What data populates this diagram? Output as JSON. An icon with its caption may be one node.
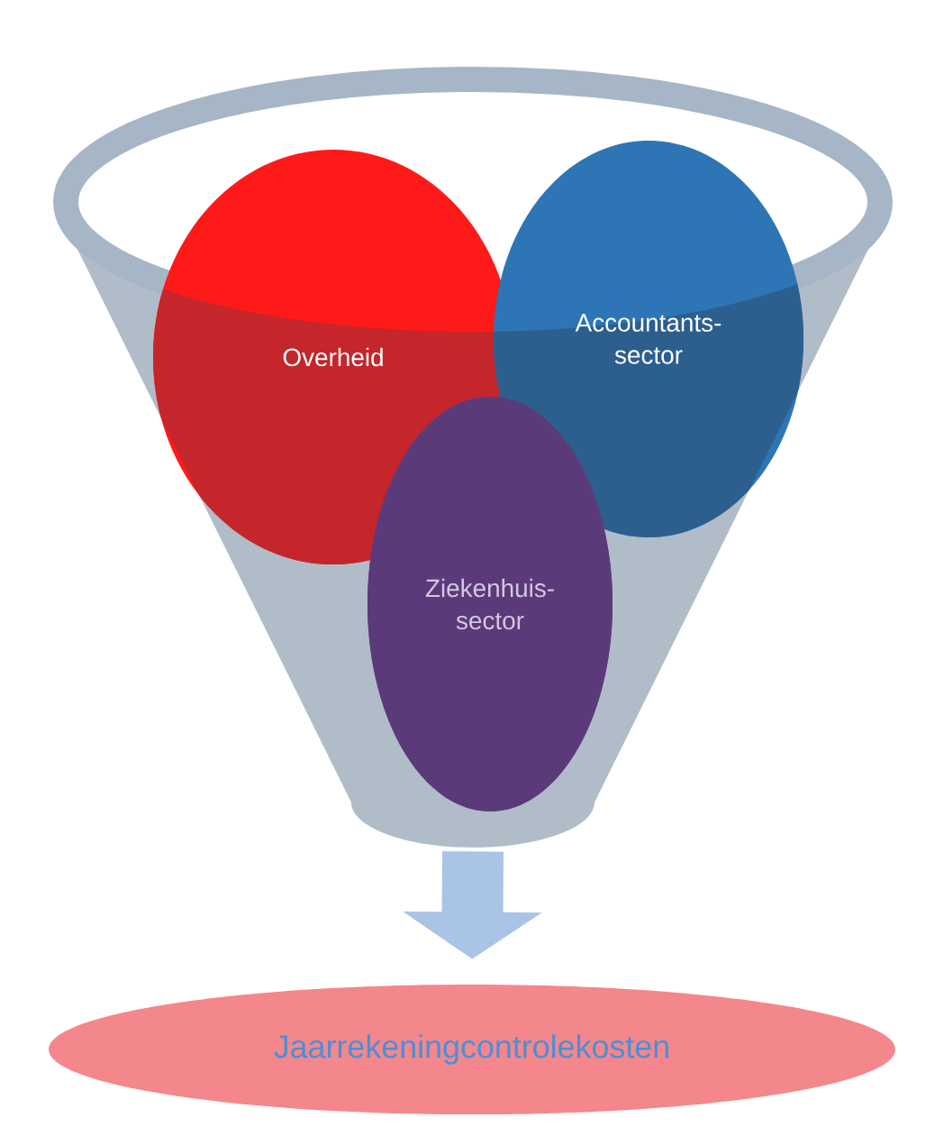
{
  "diagram": {
    "nodes": [
      {
        "text": [],
        "shape": "funnel"
      },
      {
        "text": [
          "Overheid"
        ],
        "in": 0
      },
      {
        "text": [
          "Accountants- sector"
        ],
        "in": 0
      },
      {
        "text": [
          "Ziekenhuis- sector"
        ],
        "in": 0
      },
      {
        "text": [
          "Jaarrekeningcontrolekosten"
        ]
      }
    ],
    "edges": [
      {
        "from": 0,
        "to": 4,
        "arrow": "to"
      }
    ]
  }
}
